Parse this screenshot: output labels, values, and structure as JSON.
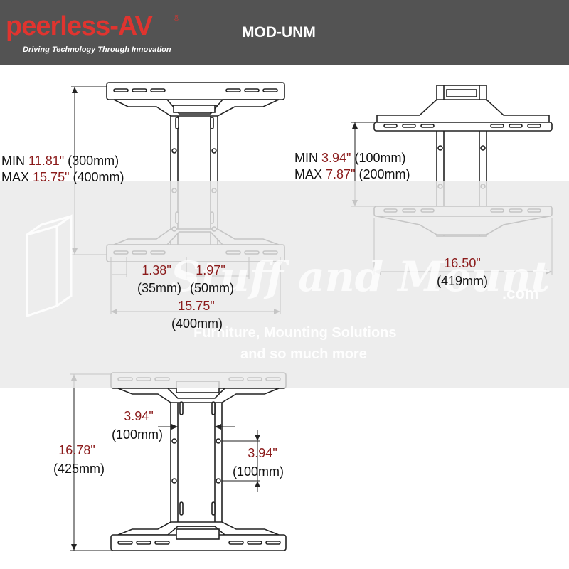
{
  "header": {
    "brand": "peerless-AV",
    "registered": "®",
    "tagline": "Driving Technology Through Innovation",
    "model": "MOD-UNM",
    "bg_color": "#535353",
    "brand_color": "#e0342f"
  },
  "colors": {
    "dimension_value": "#8b1b1b",
    "line": "#222222"
  },
  "left_view": {
    "min_prefix": "MIN",
    "min_value": "11.81\"",
    "min_metric": "(300mm)",
    "max_prefix": "MAX",
    "max_value": "15.75\"",
    "max_metric": "(400mm)",
    "slot1_value": "1.38\"",
    "slot1_metric": "(35mm)",
    "slot2_value": "1.97\"",
    "slot2_metric": "(50mm)",
    "width_value": "15.75\"",
    "width_metric": "(400mm)"
  },
  "right_view": {
    "min_prefix": "MIN",
    "min_value": "3.94\"",
    "min_metric": "(100mm)",
    "max_prefix": "MAX",
    "max_value": "7.87\"",
    "max_metric": "(200mm)",
    "width_value": "16.50\"",
    "width_metric": "(419mm)"
  },
  "bottom_view": {
    "height_value": "16.78\"",
    "height_metric": "(425mm)",
    "left_offset_value": "3.94\"",
    "left_offset_metric": "(100mm)",
    "right_offset_value": "3.94\"",
    "right_offset_metric": "(100mm)"
  },
  "watermark": {
    "brand": "Stuff and Mount",
    "domain": ".com",
    "line1": "Furniture, Mounting Solutions",
    "line2": "and so much more"
  }
}
